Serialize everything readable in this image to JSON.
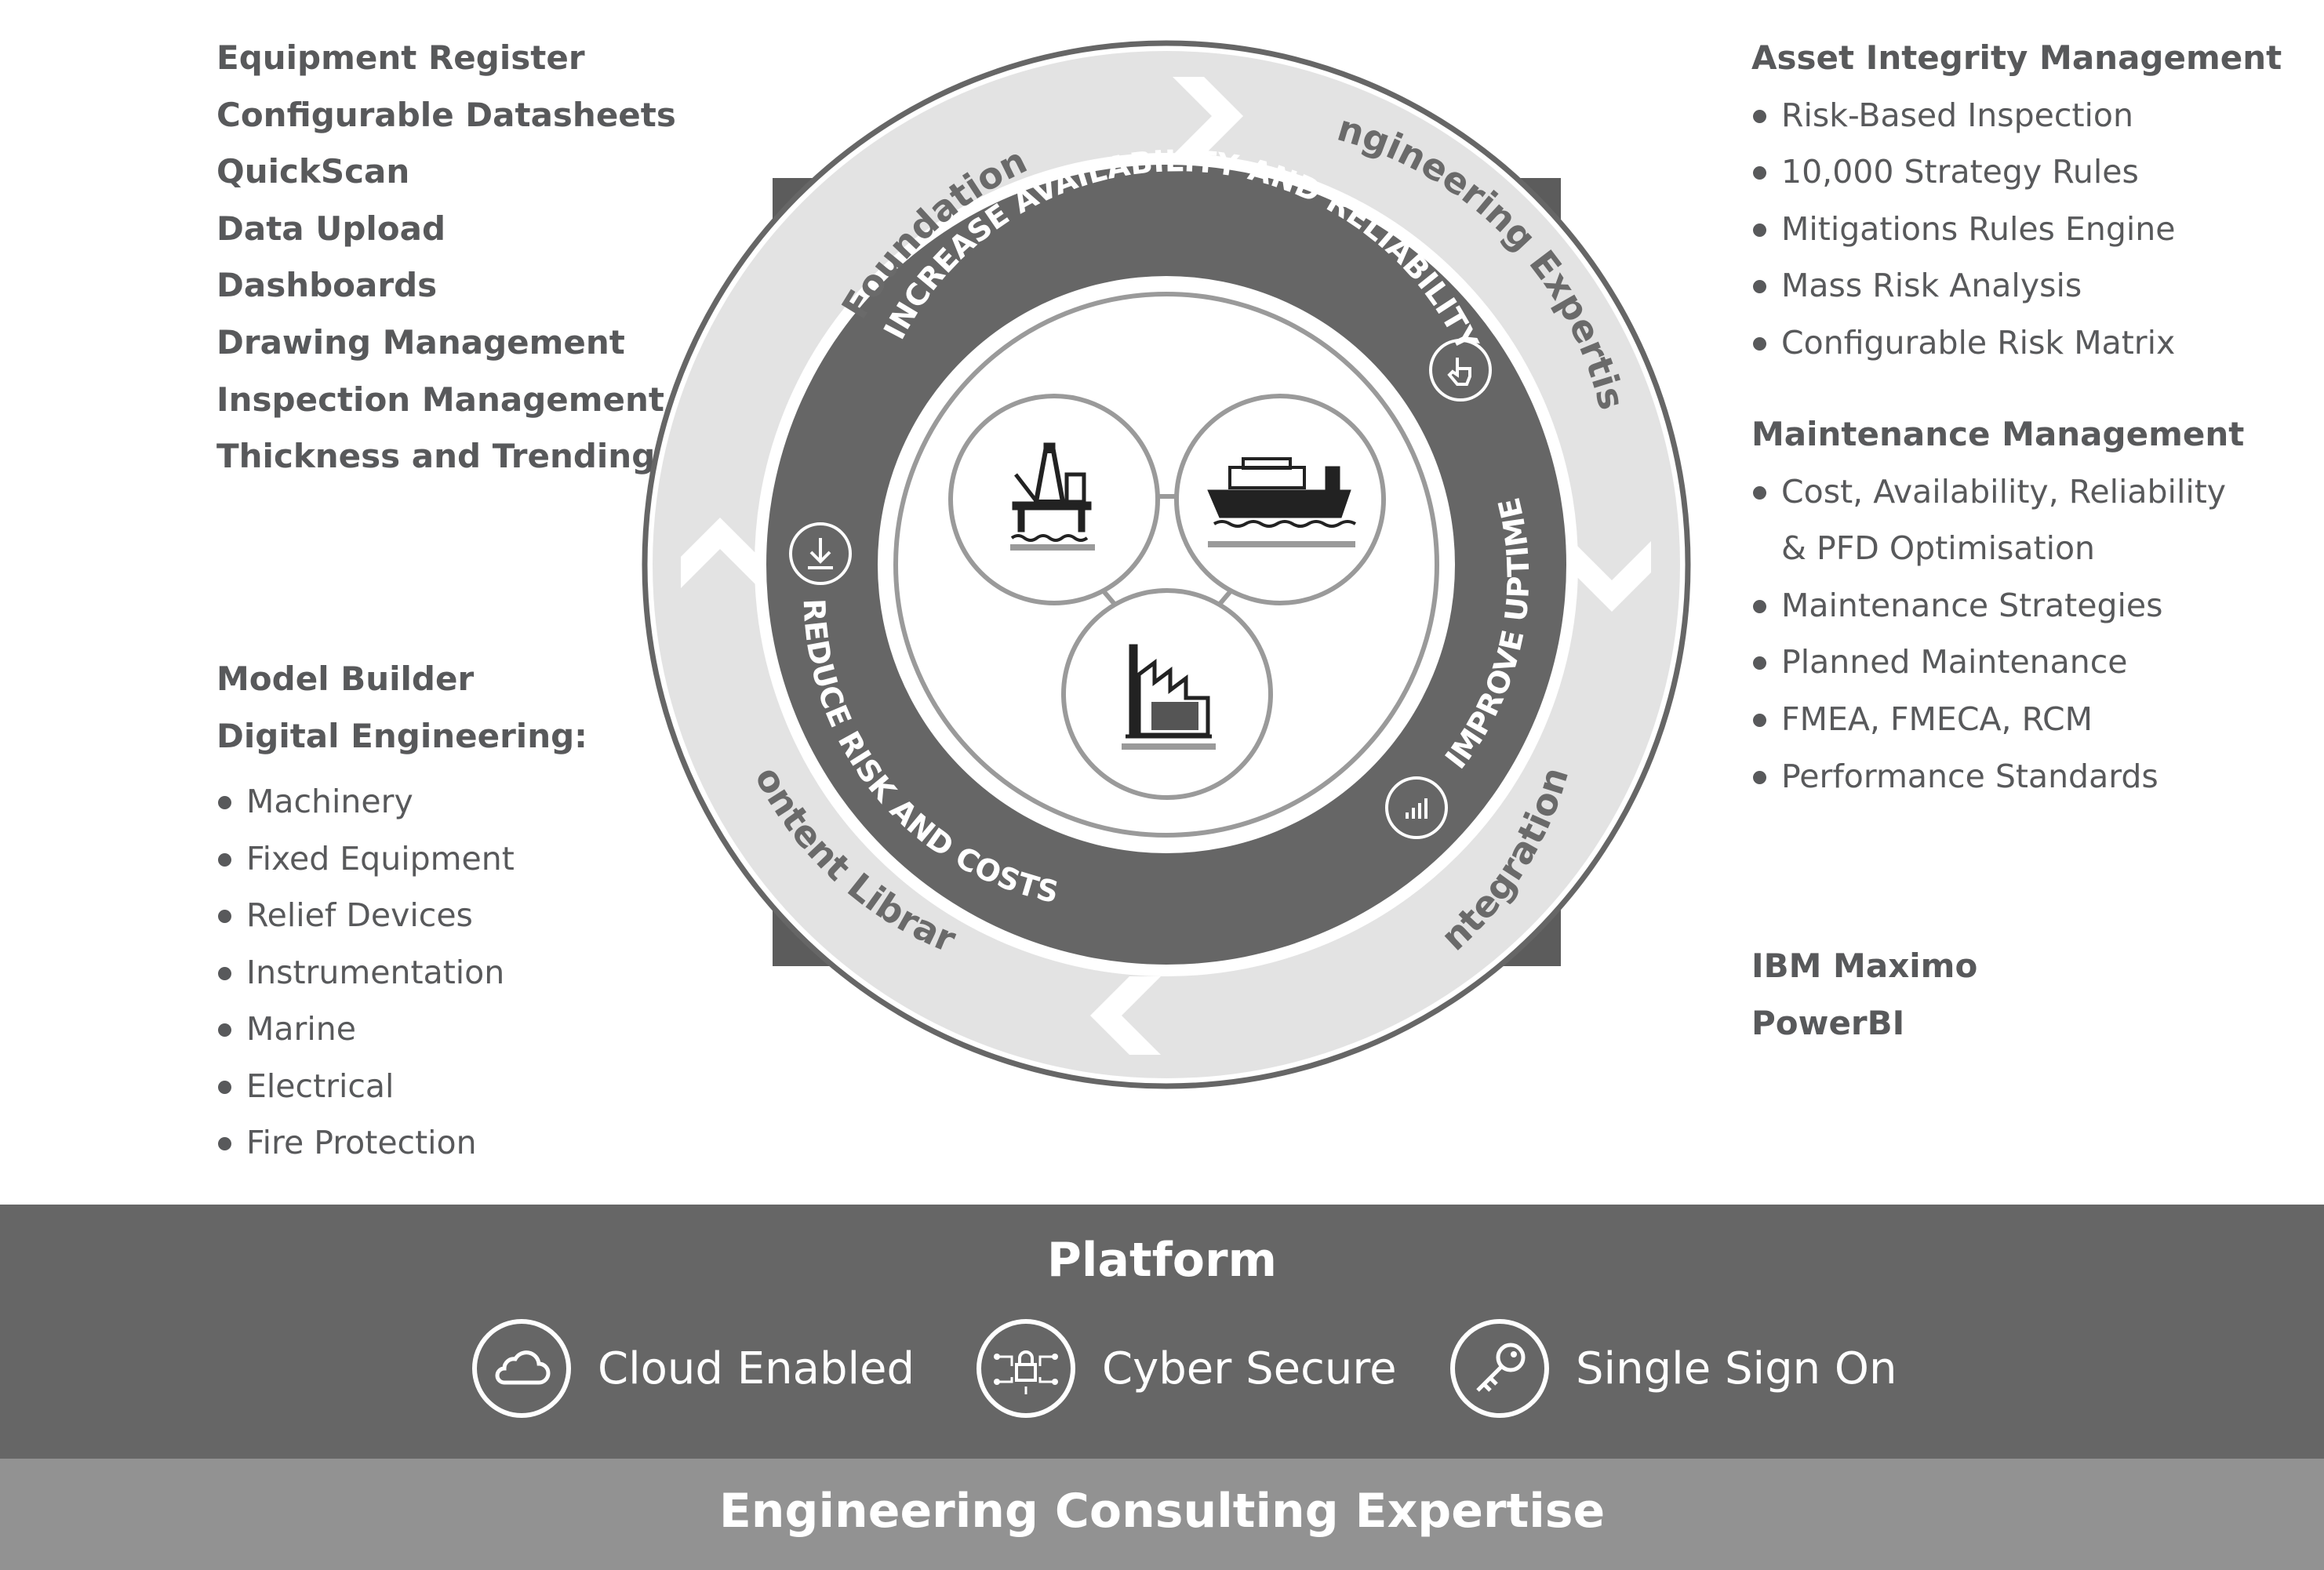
{
  "left_top": [
    "Equipment Register",
    "Configurable Datasheets",
    "QuickScan",
    "Data Upload",
    "Dashboards",
    "Drawing Management",
    "Inspection Management",
    "Thickness and Trending"
  ],
  "left_mid": {
    "headers": [
      "Model Builder",
      "Digital Engineering:"
    ],
    "items": [
      "Machinery",
      "Fixed Equipment",
      "Relief Devices",
      "Instrumentation",
      "Marine",
      "Electrical",
      "Fire Protection"
    ]
  },
  "right": {
    "aim": {
      "title": "Asset Integrity Management",
      "items": [
        "Risk-Based Inspection",
        "10,000 Strategy Rules",
        "Mitigations Rules Engine",
        "Mass Risk Analysis",
        "Configurable Risk Matrix"
      ]
    },
    "mm": {
      "title": "Maintenance Management",
      "items": [
        "Cost, Availability, Reliability",
        "& PFD Optimisation",
        "Maintenance Strategies",
        "Planned Maintenance",
        "FMEA, FMECA, RCM",
        "Performance Standards"
      ]
    },
    "integrations": [
      "IBM Maximo",
      "PowerBI"
    ]
  },
  "ring": {
    "outer": [
      "Foundation",
      "Engineering Expertise",
      "Integration",
      "Content Library"
    ],
    "inner": [
      "INCREASE AVAILABILITY AND RELIABILITY",
      "IMPROVE UPTIME",
      "REDUCE RISK AND COSTS"
    ]
  },
  "center_icons": [
    "offshore-platform-icon",
    "cargo-ship-icon",
    "factory-icon"
  ],
  "platform": {
    "title": "Platform",
    "features": [
      {
        "label": "Cloud Enabled",
        "icon": "cloud-icon"
      },
      {
        "label": "Cyber Secure",
        "icon": "circuit-lock-icon"
      },
      {
        "label": "Single Sign On",
        "icon": "key-icon"
      }
    ]
  },
  "footer": "Engineering Consulting Expertise",
  "colors": {
    "dark": "#666666",
    "light_band": "#929292",
    "ring_light": "#e3e3e3",
    "text": "#58595b"
  }
}
